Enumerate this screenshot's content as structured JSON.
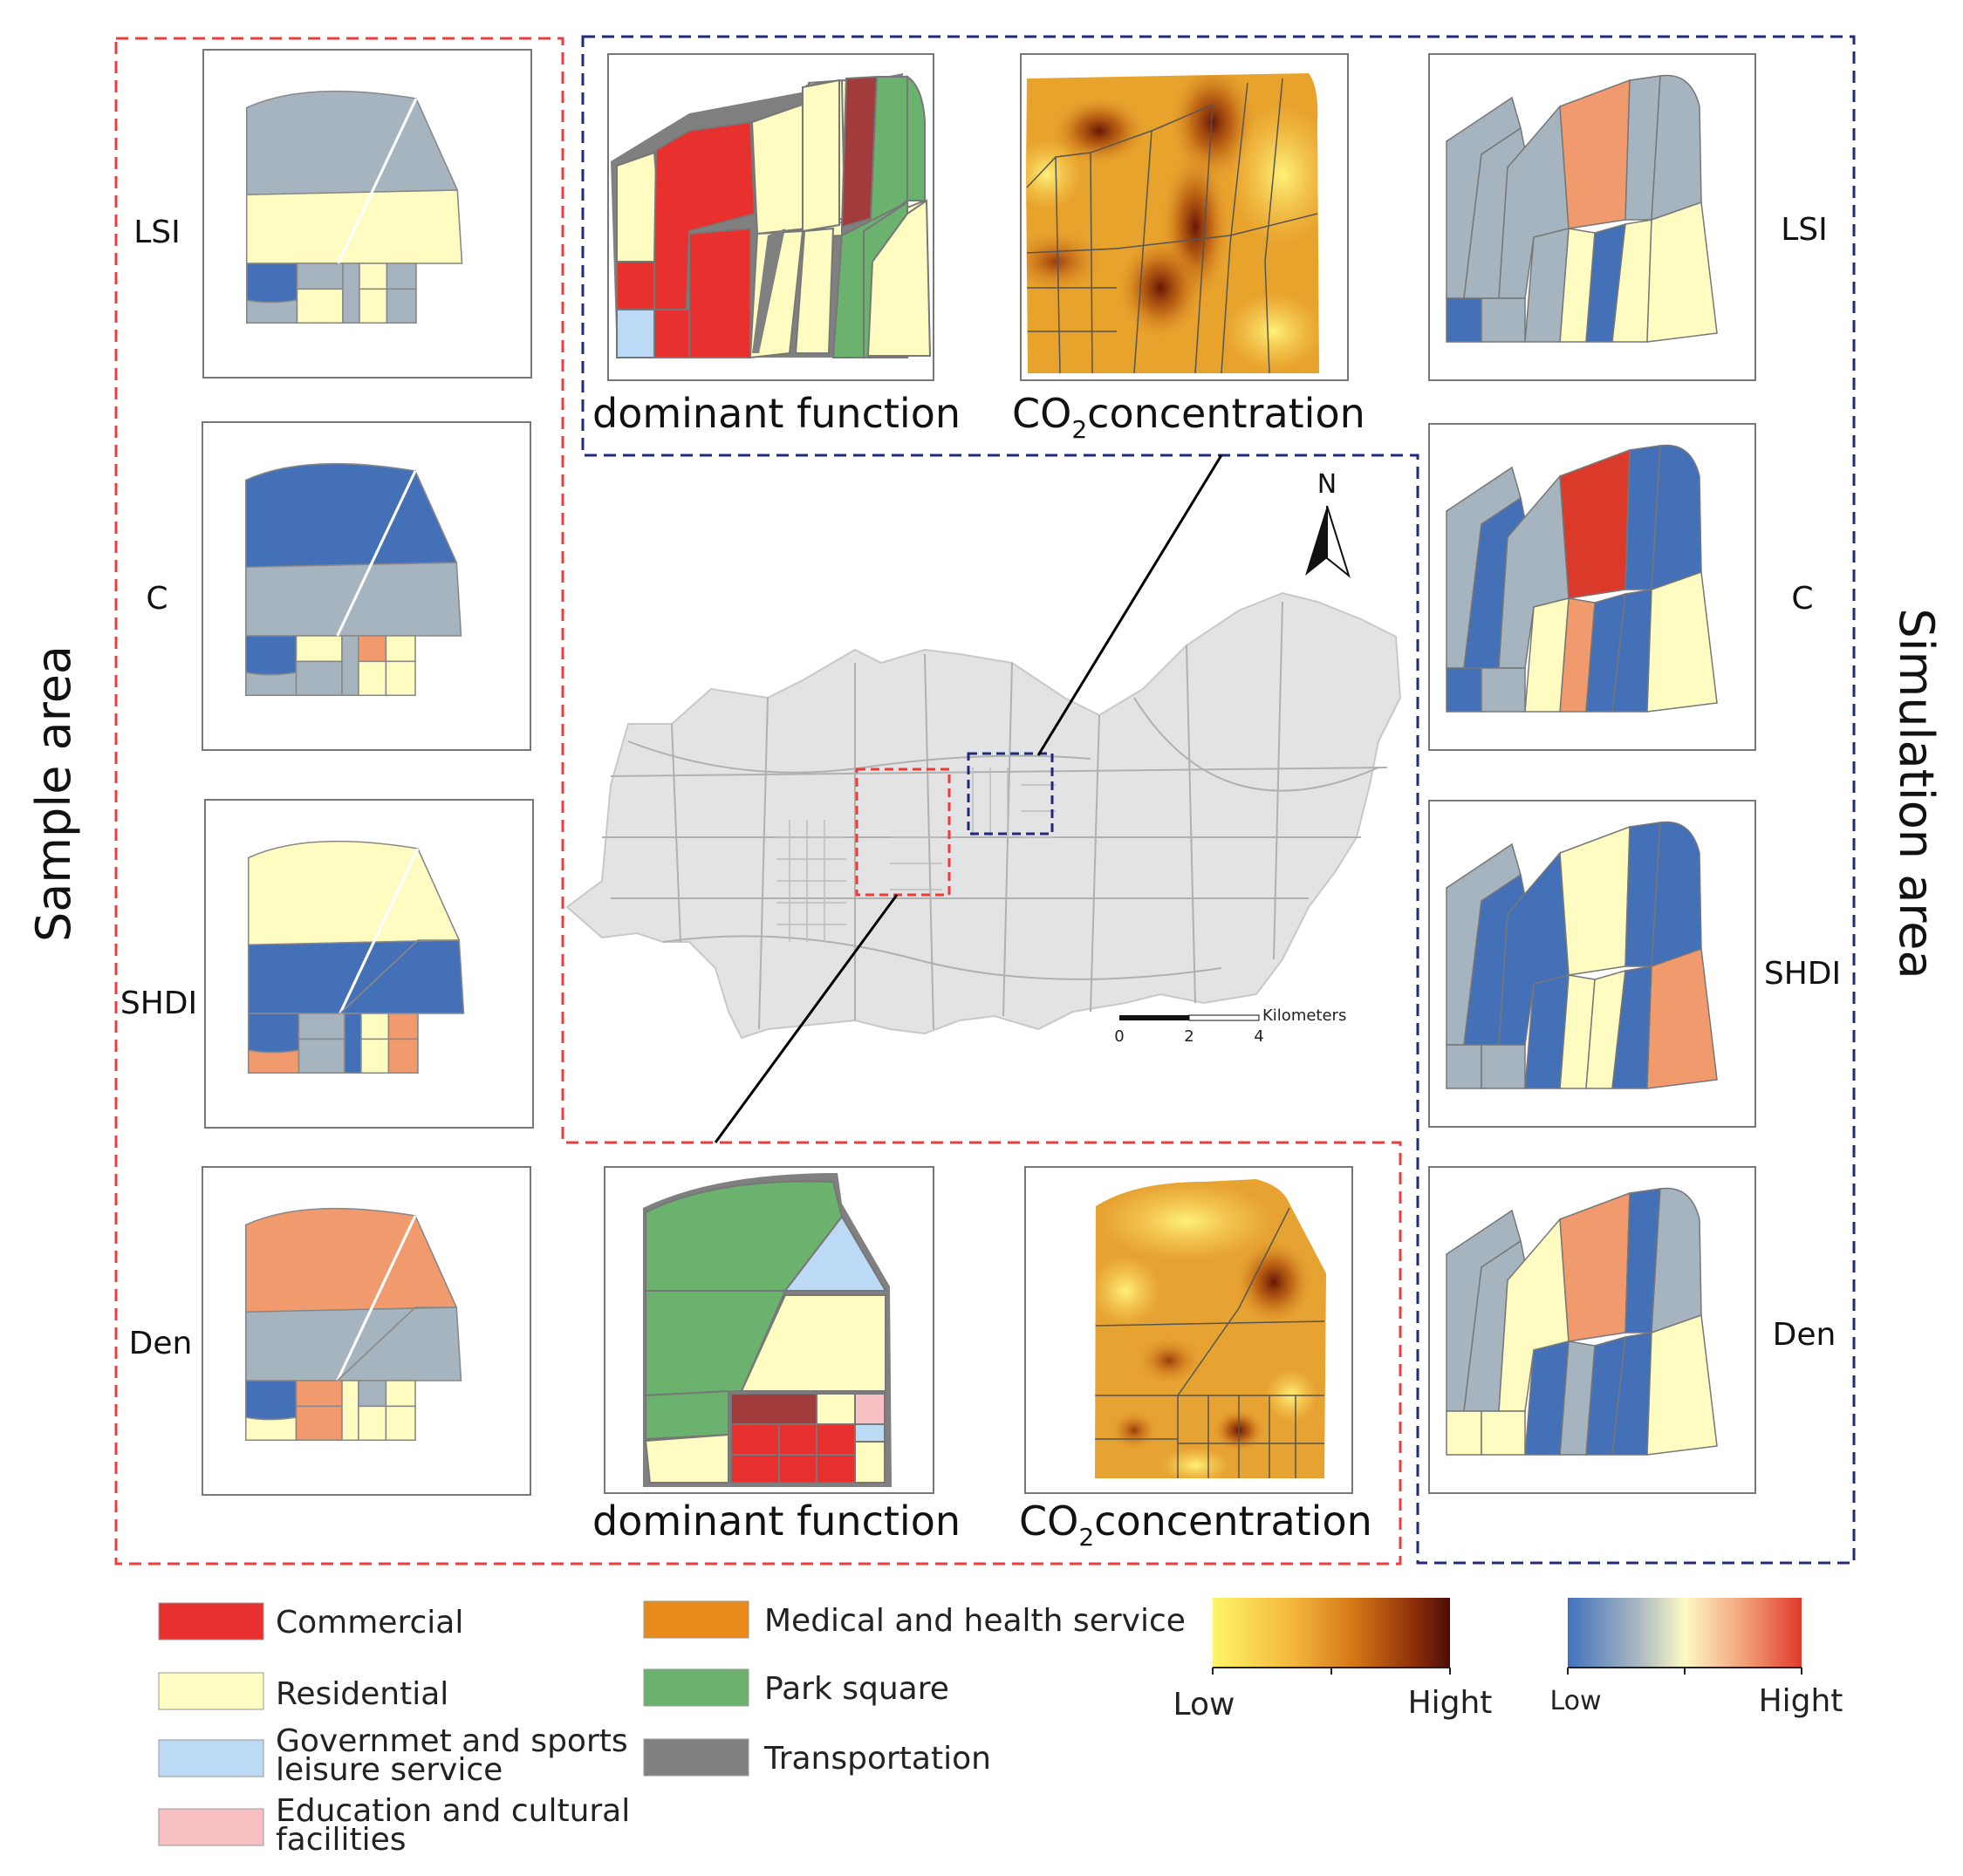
{
  "side_titles": {
    "left": "Sample area",
    "right": "Simulation area"
  },
  "row_labels_left": [
    "LSI",
    "C",
    "SHDI",
    "Den"
  ],
  "row_labels_right": [
    "LSI",
    "C",
    "SHDI",
    "Den"
  ],
  "captions": {
    "top_function": "dominant function",
    "top_co2_prefix": "CO",
    "top_co2_sub": "2",
    "top_co2_suffix": "concentration",
    "bottom_function": "dominant function",
    "bottom_co2_prefix": "CO",
    "bottom_co2_sub": "2",
    "bottom_co2_suffix": "concentration"
  },
  "north_label": "N",
  "scale": {
    "ticks": [
      "0",
      "2",
      "4"
    ],
    "unit": "Kilometers"
  },
  "legend": {
    "functions": [
      {
        "label": "Commercial",
        "color": "#e8302e"
      },
      {
        "label": "Residential",
        "color": "#fefcc0"
      },
      {
        "label_lines": [
          "Governmet and sports",
          "leisure service"
        ],
        "color": "#bcd9f5"
      },
      {
        "label_lines": [
          "Education and cultural",
          "facilities"
        ],
        "color": "#f9c0c4"
      },
      {
        "label": "Medical and health service",
        "color": "#e88a1c"
      },
      {
        "label": "Park square",
        "color": "#6bb26f"
      },
      {
        "label": "Transportation",
        "color": "#808080"
      }
    ],
    "co2_ramp": {
      "low": "Low",
      "high": "Hight",
      "colors": [
        "#fff568",
        "#f3b43a",
        "#d47515",
        "#8c2f0a",
        "#4e0b06"
      ]
    },
    "index_ramp": {
      "low": "Low",
      "high": "Hight",
      "colors": [
        "#4172bd",
        "#a9b8c2",
        "#fdf9c4",
        "#f3a27a",
        "#e03a2c"
      ]
    }
  },
  "colors": {
    "sample_frame": "#ee3b3b",
    "sim_frame": "#1f2a7a",
    "cls_low": "#4470b8",
    "cls_mid": "#a5b4bf",
    "cls_midhigh": "#fefcc0",
    "cls_high": "#f19a6d",
    "cls_top": "#db3a2a"
  }
}
